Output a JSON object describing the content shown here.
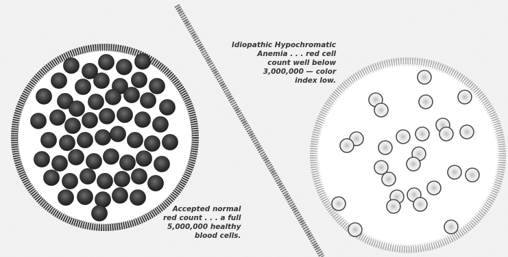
{
  "captions": {
    "abnormal": {
      "lines": [
        "Idiopathic Hypochromatic",
        "Anemia . . . red cell",
        "count well below",
        "3,000,000 — color",
        "index low."
      ]
    },
    "normal": {
      "lines": [
        "Accepted normal",
        "red count . . . a full",
        "5,000,000 healthy",
        "blood cells."
      ]
    }
  },
  "colors": {
    "paper": "#f4f4f4",
    "ring_dark": "#3a3a3a",
    "ring_light": "#9a9a9a",
    "cell_dark": "#3c3c3c",
    "cell_pale_rim": "#5a5a5a"
  }
}
